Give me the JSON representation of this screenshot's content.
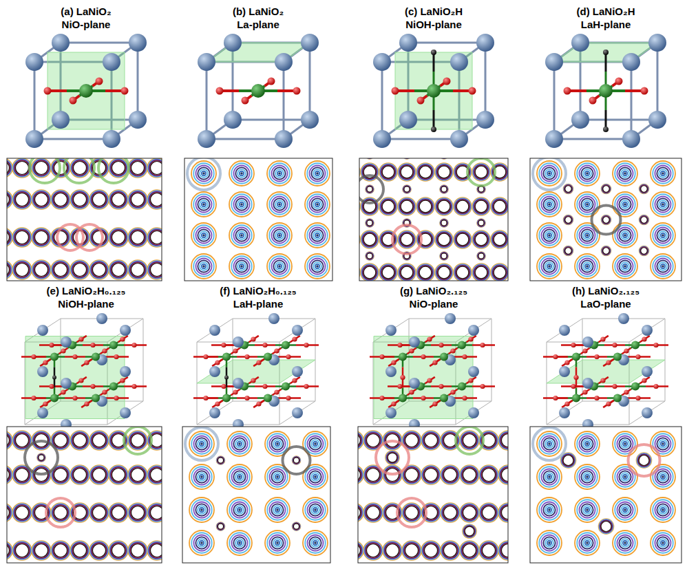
{
  "diagram": {
    "labels": [
      "(a) LaNiO₂",
      "NiO-plane",
      "(b) LaNiO₂",
      "La-plane",
      "(c) LaNiO₂H",
      "NiOH-plane",
      "(d) LaNiO₂H",
      "LaH-plane",
      "(e) LaNiO₂H₀.₁₂₅",
      "NiOH-plane",
      "(f) LaNiO₂H₀.₁₂₅",
      "LaH-plane",
      "(g) LaNiO₂.₁₂₅",
      "NiO-plane",
      "(h) LaNiO₂.₁₂₅",
      "LaO-plane"
    ]
  }
}
